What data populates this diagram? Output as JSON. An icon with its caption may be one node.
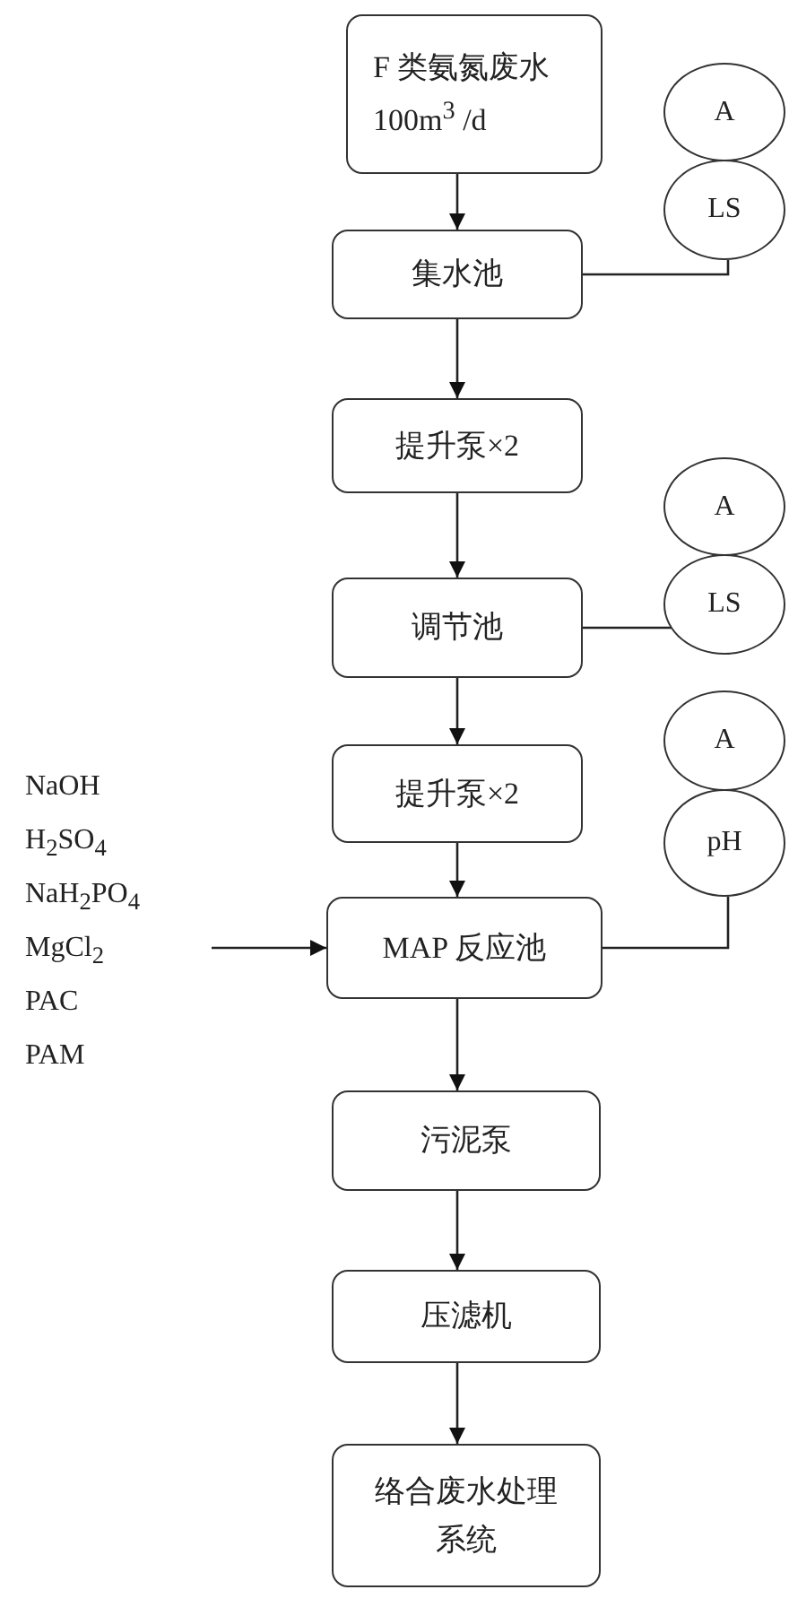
{
  "diagram": {
    "nodes": [
      {
        "text": [
          "F 类氨氮废水",
          "100m$^{3}$ /d"
        ]
      },
      {
        "text": [
          "集水池"
        ]
      },
      {
        "text": [
          "提升泵×2"
        ]
      },
      {
        "text": [
          "调节池"
        ]
      },
      {
        "text": [
          "提升泵×2"
        ]
      },
      {
        "text": [
          "MAP 反应池"
        ]
      },
      {
        "text": [
          "污泥泵"
        ]
      },
      {
        "text": [
          "压滤机"
        ]
      },
      {
        "text": [
          "络合废水处理系统"
        ]
      },
      {
        "text": [
          "A"
        ]
      },
      {
        "text": [
          "LS"
        ]
      },
      {
        "text": [
          "A"
        ]
      },
      {
        "text": [
          "LS"
        ]
      },
      {
        "text": [
          "A"
        ]
      },
      {
        "text": [
          "pH"
        ]
      }
    ],
    "edges": [
      {
        "from": 0,
        "to": 1,
        "arrow": "to"
      },
      {
        "from": 1,
        "to": 2,
        "arrow": "to"
      },
      {
        "from": 2,
        "to": 3,
        "arrow": "to"
      },
      {
        "from": 3,
        "to": 4,
        "arrow": "to"
      },
      {
        "from": 4,
        "to": 5,
        "arrow": "to"
      },
      {
        "from": 5,
        "to": 6,
        "arrow": "to"
      },
      {
        "from": 6,
        "to": 7,
        "arrow": "to"
      },
      {
        "from": 7,
        "to": 8,
        "arrow": "to"
      },
      {
        "from": 1,
        "to": 10,
        "arrow": "none"
      },
      {
        "from": 3,
        "to": 12,
        "arrow": "none"
      },
      {
        "from": 5,
        "to": 14,
        "arrow": "none"
      },
      {
        "from": null,
        "to": 5,
        "arrow": "to"
      }
    ],
    "labels": [
      "NaOH",
      "H$_{2}$SO$_{4}$",
      "NaH$_{2}$PO$_{4}$",
      "MgCl$_{2}$",
      "PAC",
      "PAM"
    ]
  }
}
